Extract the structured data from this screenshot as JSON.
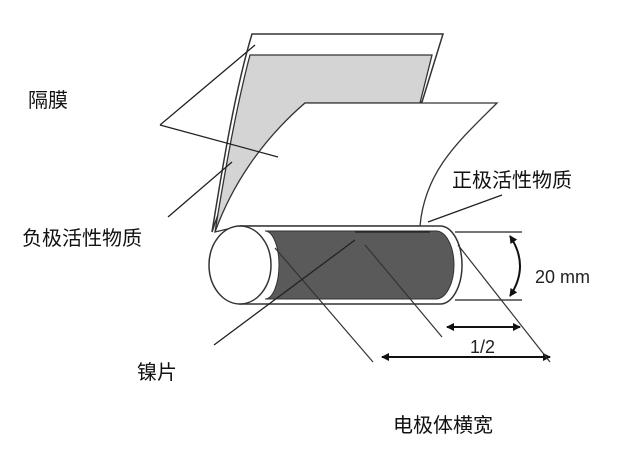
{
  "labels": {
    "separator": "隔膜",
    "negative_active": "负极活性物质",
    "positive_active": "正极活性物质",
    "nickel_tab": "镍片",
    "electrode_width": "电极体横宽"
  },
  "dimensions": {
    "diameter": "20 mm",
    "half": "1/2"
  },
  "colors": {
    "separator_gray": "#d4d4d4",
    "electrode_dark": "#5a5a5a",
    "line": "#222222"
  }
}
